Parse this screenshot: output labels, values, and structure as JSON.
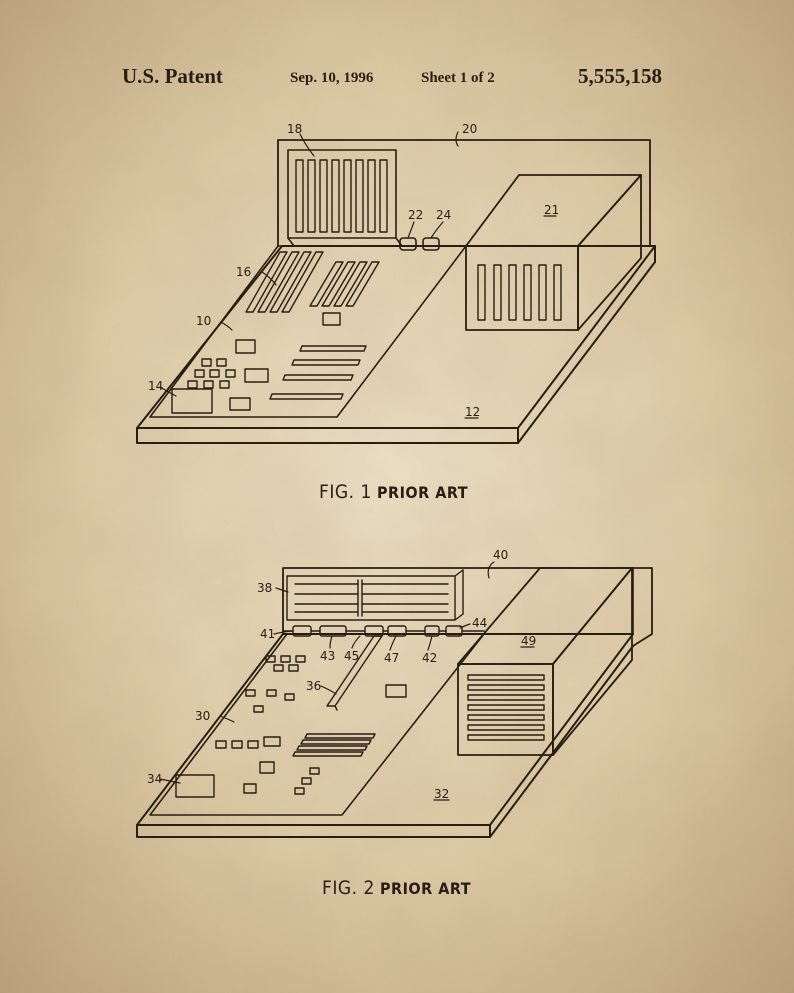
{
  "header": {
    "title": "U.S. Patent",
    "date": "Sep. 10, 1996",
    "sheet": "Sheet 1 of 2",
    "patent_number": "5,555,158"
  },
  "figures": [
    {
      "label": "FIG. 1",
      "note": "PRIOR ART",
      "refs": {
        "r10": "10",
        "r12": "12",
        "r14": "14",
        "r16": "16",
        "r18": "18",
        "r20": "20",
        "r21": "21",
        "r22": "22",
        "r24": "24"
      }
    },
    {
      "label": "FIG. 2",
      "note": "PRIOR ART",
      "refs": {
        "r30": "30",
        "r32": "32",
        "r34": "34",
        "r36": "36",
        "r38": "38",
        "r40": "40",
        "r41": "41",
        "r42": "42",
        "r43": "43",
        "r44": "44",
        "r45": "45",
        "r47": "47",
        "r49": "49"
      }
    }
  ],
  "colors": {
    "paper": "#dccba8",
    "ink": "#2a1d12"
  }
}
